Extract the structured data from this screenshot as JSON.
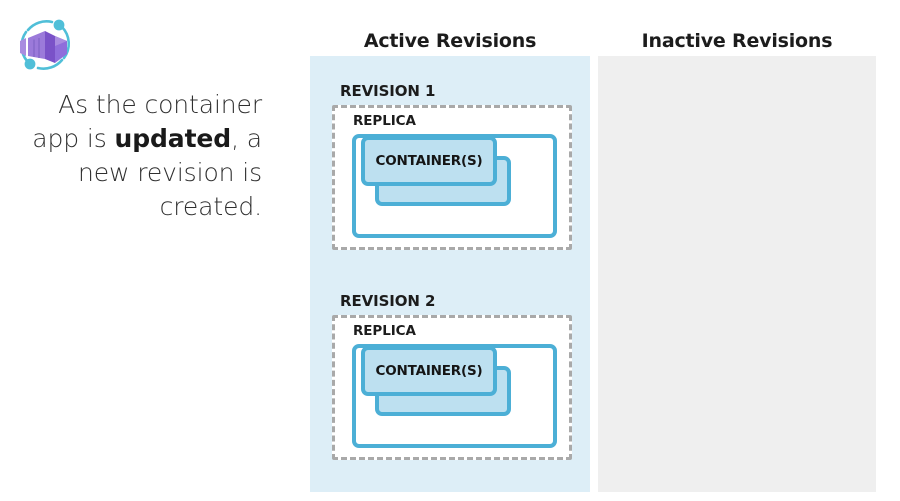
{
  "caption": {
    "prefix": "As the container app is ",
    "emphasis": "updated",
    "suffix": ", a new revision is created."
  },
  "logo": {
    "name": "azure-container-apps-logo",
    "cube_color": "#8661c5",
    "cube_light": "#a58ae0",
    "cube_dark": "#6d47b8",
    "orbit_color": "#50bfd8"
  },
  "columns": {
    "active": {
      "title": "Active Revisions",
      "background": "#ddeef7"
    },
    "inactive": {
      "title": "Inactive Revisions",
      "background": "#efefef",
      "revisions": []
    }
  },
  "revisions": [
    {
      "label": "REVISION 1",
      "replica_label": "REPLICA",
      "container_label": "CONTAINER(S)",
      "container_count": 2
    },
    {
      "label": "REVISION 2",
      "replica_label": "REPLICA",
      "container_label": "CONTAINER(S)",
      "container_count": 2
    }
  ],
  "colors": {
    "border_blue": "#4cafd6",
    "container_fill": "#bde0f0",
    "dashed_gray": "#a9a9a9",
    "text_dark": "#1c1c1c"
  }
}
